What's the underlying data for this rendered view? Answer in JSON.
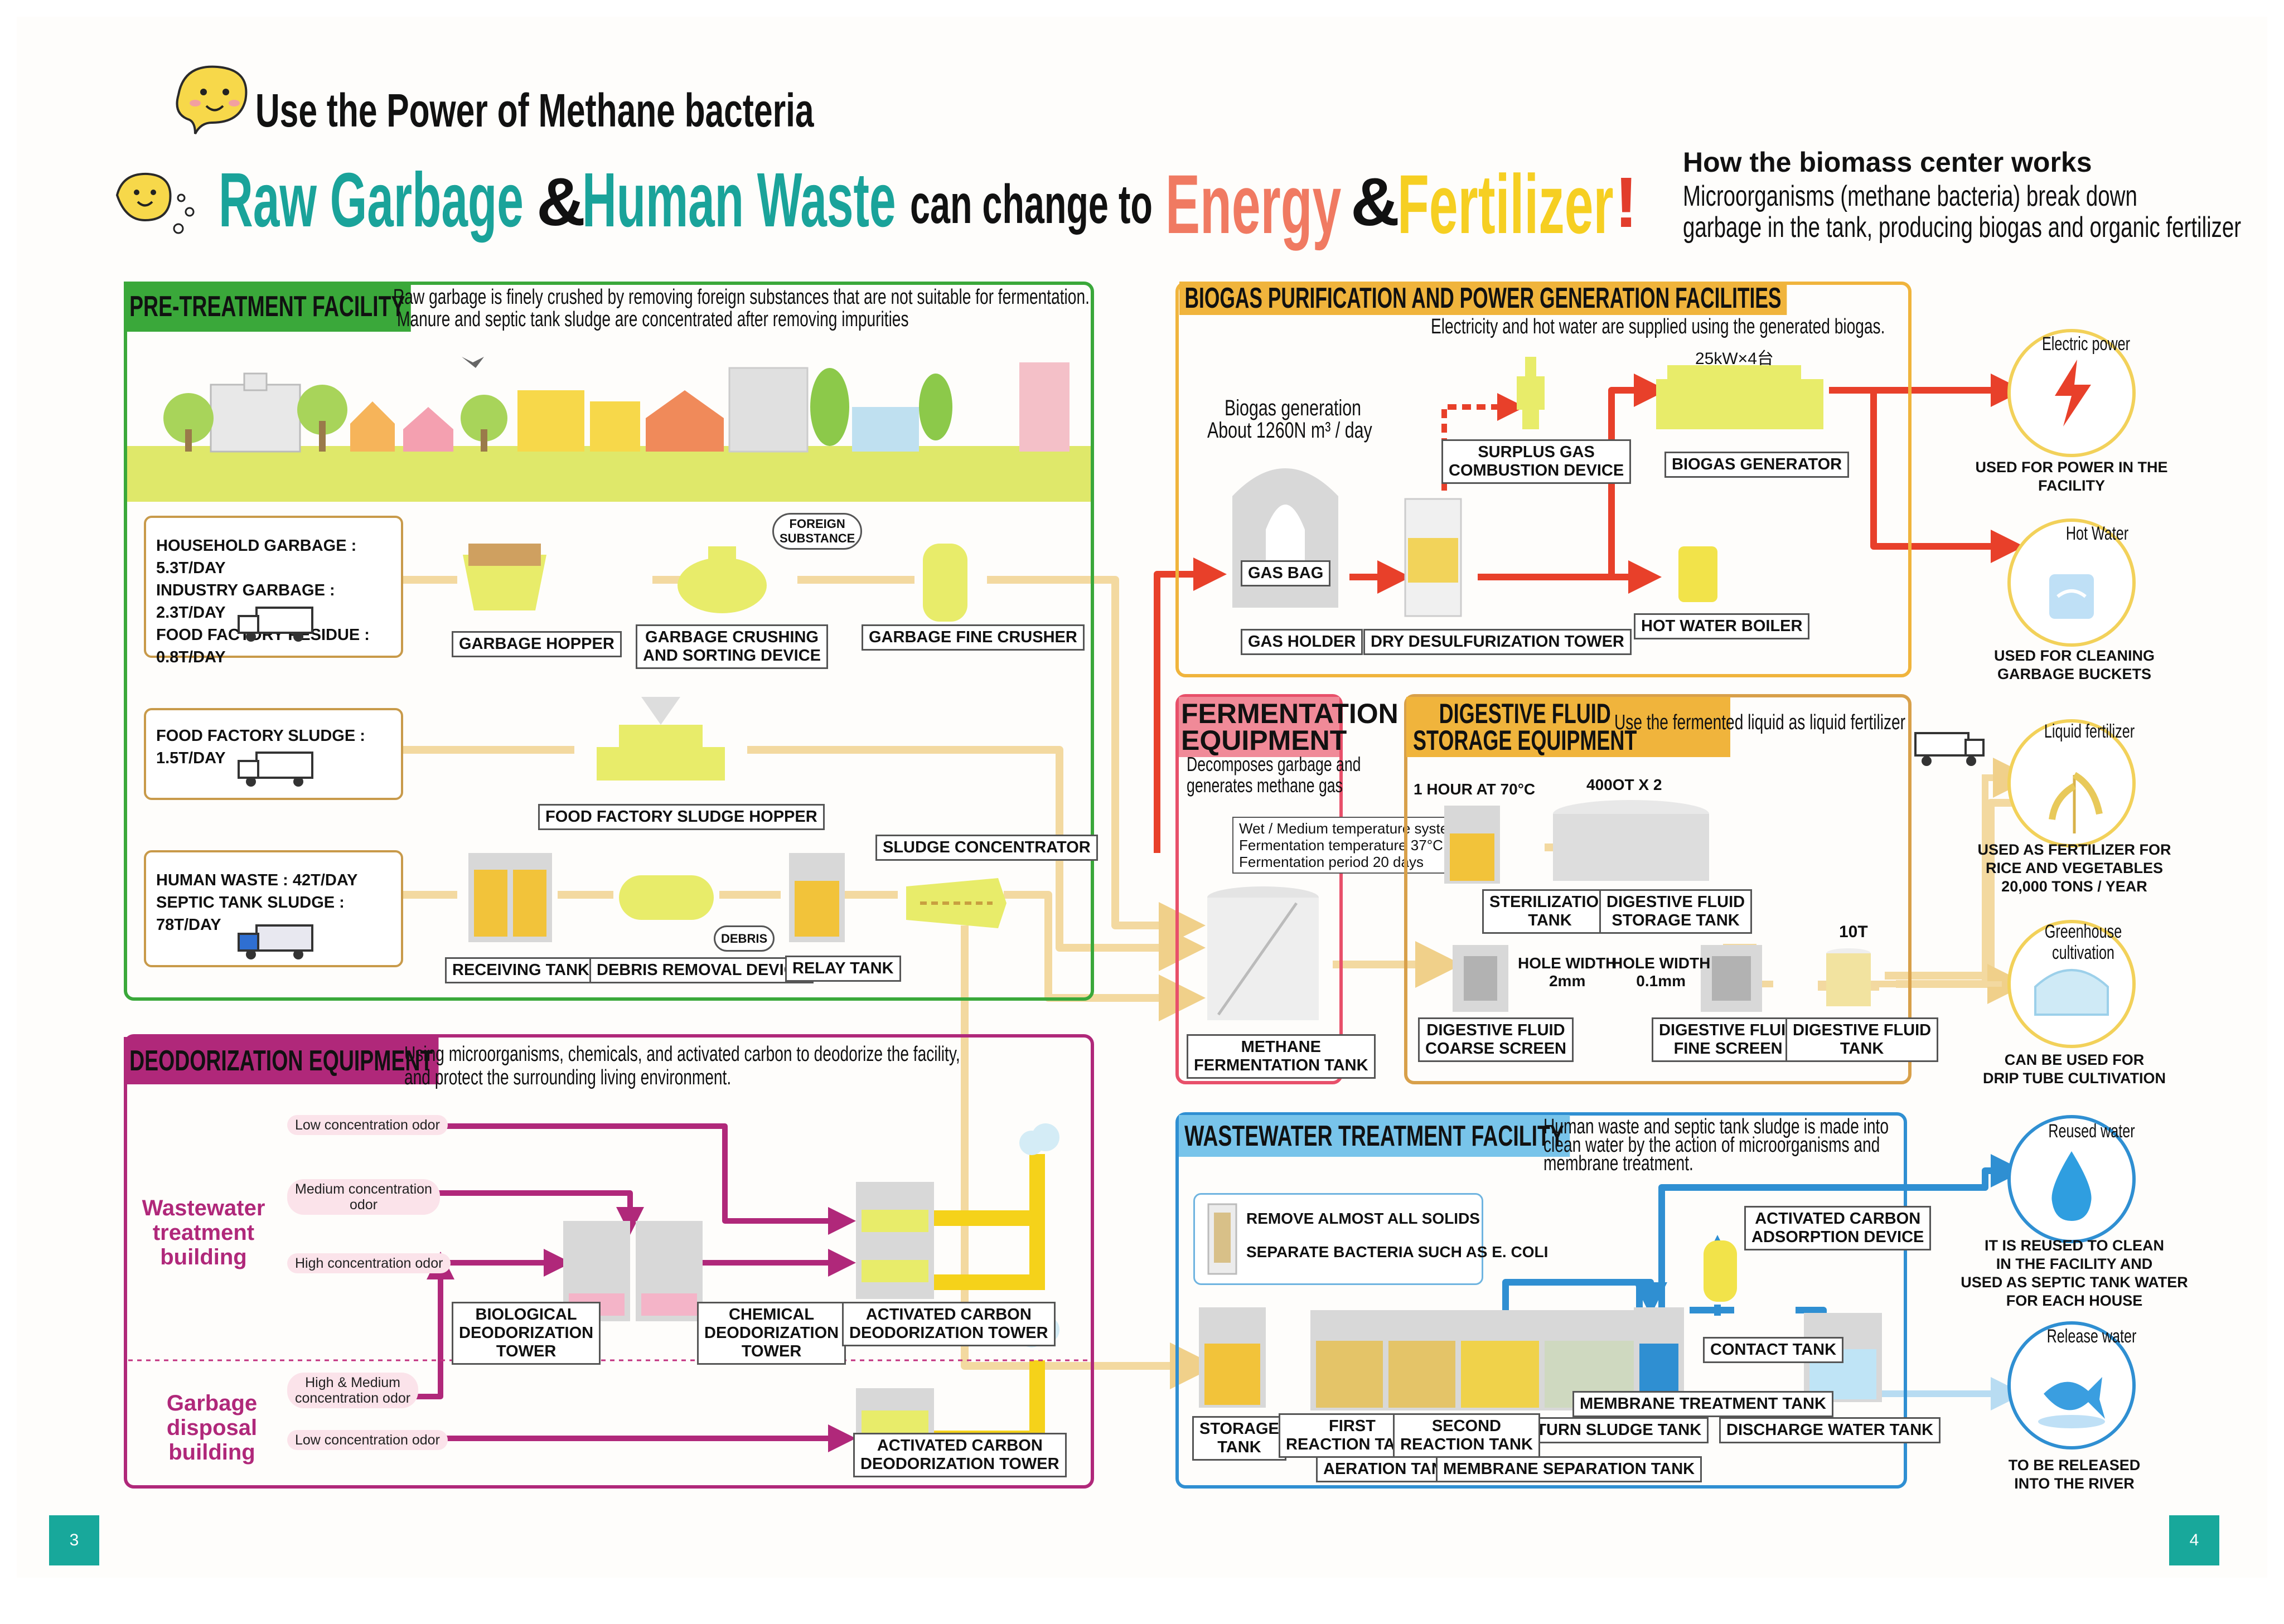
{
  "title": {
    "line1": "Use the Power of Methane bacteria",
    "raw_garbage": "Raw Garbage",
    "amp1": "&",
    "human_waste": "Human Waste",
    "can_change": "can change to",
    "energy": "Energy",
    "amp2": "&",
    "fertilizer": "Fertilizer",
    "excl": "!"
  },
  "intro": {
    "heading": "How the biomass center works",
    "line1": "Microorganisms (methane bacteria) break down",
    "line2": "garbage in the tank, producing biogas and organic fertilizer"
  },
  "pretreatment": {
    "header": "PRE-TREATMENT FACILITY",
    "desc1": "Raw garbage is finely crushed by removing foreign substances that are not suitable for fermentation.",
    "desc2": "Manure and septic tank sludge are concentrated after removing impurities",
    "source1": [
      "HOUSEHOLD GARBAGE : 5.3T/DAY",
      "INDUSTRY GARBAGE : 2.3T/DAY",
      "FOOD FACTORY RESIDUE : 0.8T/DAY"
    ],
    "source2": [
      "FOOD FACTORY SLUDGE : 1.5T/DAY"
    ],
    "source3": [
      "HUMAN WASTE : 42T/DAY",
      "SEPTIC TANK SLUDGE : 78T/DAY"
    ],
    "garbage_hopper": "GARBAGE HOPPER",
    "crushing_l1": "GARBAGE CRUSHING",
    "crushing_l2": "AND SORTING DEVICE",
    "foreign_l1": "FOREIGN",
    "foreign_l2": "SUBSTANCE",
    "fine_crusher": "GARBAGE FINE CRUSHER",
    "sludge_hopper": "FOOD FACTORY SLUDGE HOPPER",
    "receiving_tank": "RECEIVING TANK",
    "debris_device": "DEBRIS REMOVAL DEVICE",
    "debris": "DEBRIS",
    "relay_tank": "RELAY TANK",
    "sludge_concentrator": "SLUDGE CONCENTRATOR"
  },
  "deodorization": {
    "header": "DEODORIZATION EQUIPMENT",
    "desc1": "Using microorganisms, chemicals, and activated carbon to deodorize the facility,",
    "desc2": "and protect the surrounding living environment.",
    "ww_building": [
      "Wastewater",
      "treatment",
      "building"
    ],
    "gd_building": [
      "Garbage",
      "disposal",
      "building"
    ],
    "odor_low": "Low concentration odor",
    "odor_med_l1": "Medium concentration",
    "odor_med_l2": "odor",
    "odor_high": "High concentration odor",
    "odor_hm_l1": "High & Medium",
    "odor_hm_l2": "concentration odor",
    "odor_low2": "Low concentration odor",
    "bio_tower": [
      "BIOLOGICAL",
      "DEODORIZATION",
      "TOWER"
    ],
    "chem_tower": [
      "CHEMICAL",
      "DEODORIZATION",
      "TOWER"
    ],
    "ac_tower1": [
      "ACTIVATED CARBON",
      "DEODORIZATION TOWER"
    ],
    "ac_tower2": [
      "ACTIVATED CARBON",
      "DEODORIZATION TOWER"
    ]
  },
  "biogas": {
    "header": "BIOGAS PURIFICATION AND POWER GENERATION FACILITIES",
    "desc": "Electricity and hot water are supplied using the generated biogas.",
    "generation_l1": "Biogas generation",
    "generation_l2": "About 1260N m³ / day",
    "gen_capacity": "25kW×4台",
    "surplus": [
      "SURPLUS GAS",
      "COMBUSTION DEVICE"
    ],
    "generator": "BIOGAS GENERATOR",
    "gas_bag": "GAS BAG",
    "gas_holder": "GAS HOLDER",
    "desulf": "DRY DESULFURIZATION TOWER",
    "boiler": "HOT WATER BOILER"
  },
  "fermentation": {
    "header_l1": "FERMENTATION",
    "header_l2": "EQUIPMENT",
    "desc_l1": "Decomposes garbage and",
    "desc_l2": "generates methane gas",
    "note": [
      "Wet / Medium temperature system",
      "Fermentation temperature 37°C",
      "Fermentation period 20 days"
    ],
    "tank": [
      "METHANE",
      "FERMENTATION TANK"
    ]
  },
  "digestive": {
    "header_l1": "DIGESTIVE FLUID",
    "header_l2": "STORAGE EQUIPMENT",
    "desc": "Use the fermented liquid as liquid fertilizer",
    "hour": "1 HOUR AT 70°C",
    "capacity": "400OT X 2",
    "ten_t": "10T",
    "sterilization": [
      "STERILIZATION",
      "TANK"
    ],
    "storage_tank": [
      "DIGESTIVE FLUID",
      "STORAGE TANK"
    ],
    "hole1": [
      "HOLE WIDTH",
      "2mm"
    ],
    "hole2": [
      "HOLE WIDTH",
      "0.1mm"
    ],
    "coarse": [
      "DIGESTIVE FLUID",
      "COARSE SCREEN"
    ],
    "fine": [
      "DIGESTIVE FLUID",
      "FINE SCREEN"
    ],
    "fluid_tank": [
      "DIGESTIVE FLUID",
      "TANK"
    ]
  },
  "wastewater": {
    "header": "WASTEWATER TREATMENT FACILITY",
    "desc": [
      "Human waste and septic tank sludge is made into",
      "clean water by the action of microorganisms and",
      "membrane treatment."
    ],
    "remove_solids": "REMOVE ALMOST ALL SOLIDS",
    "separate_bacteria": "SEPARATE BACTERIA SUCH AS E. COLI",
    "ac_adsorption": [
      "ACTIVATED CARBON",
      "ADSORPTION DEVICE"
    ],
    "contact_tank": "CONTACT TANK",
    "membrane_treatment": "MEMBRANE TREATMENT TANK",
    "return_sludge": "RETURN SLUDGE TANK",
    "discharge": "DISCHARGE WATER TANK",
    "storage": [
      "STORAGE",
      "TANK"
    ],
    "first_reaction": [
      "FIRST",
      "REACTION TANK"
    ],
    "second_reaction": [
      "SECOND",
      "REACTION TANK"
    ],
    "aeration": "AERATION TANK",
    "membrane_sep": "MEMBRANE SEPARATION TANK"
  },
  "outputs": [
    {
      "title": "Electric power",
      "desc": [
        "USED FOR POWER IN THE FACILITY"
      ],
      "icon": "lightning-icon"
    },
    {
      "title": "Hot Water",
      "desc": [
        "USED FOR CLEANING",
        "GARBAGE BUCKETS"
      ],
      "icon": "hot-water-icon"
    },
    {
      "title": "Liquid fertilizer",
      "desc": [
        "USED AS FERTILIZER FOR",
        "RICE AND VEGETABLES",
        "20,000 TONS / YEAR"
      ],
      "icon": "rice-icon"
    },
    {
      "title": "Greenhouse cultivation",
      "desc": [
        "CAN BE USED FOR",
        "DRIP TUBE CULTIVATION"
      ],
      "icon": "greenhouse-icon"
    },
    {
      "title": "Reused water",
      "desc": [
        "IT IS REUSED TO CLEAN",
        "IN THE FACILITY AND",
        "USED AS SEPTIC TANK WATER",
        "FOR EACH HOUSE"
      ],
      "icon": "water-drop-icon"
    },
    {
      "title": "Release water",
      "desc": [
        "TO BE RELEASED",
        "INTO THE RIVER"
      ],
      "icon": "fish-icon"
    }
  ],
  "page_left": "3",
  "page_right": "4",
  "colors": {
    "teal": "#1aa39a",
    "energy": "#f07a62",
    "fertilizer": "#f6cf22",
    "green": "#3aa83a",
    "magenta": "#b0287a",
    "orange": "#f0b43c",
    "red": "#e8402a",
    "blue": "#2f8fd2",
    "pipe": "#f3d9a0"
  }
}
